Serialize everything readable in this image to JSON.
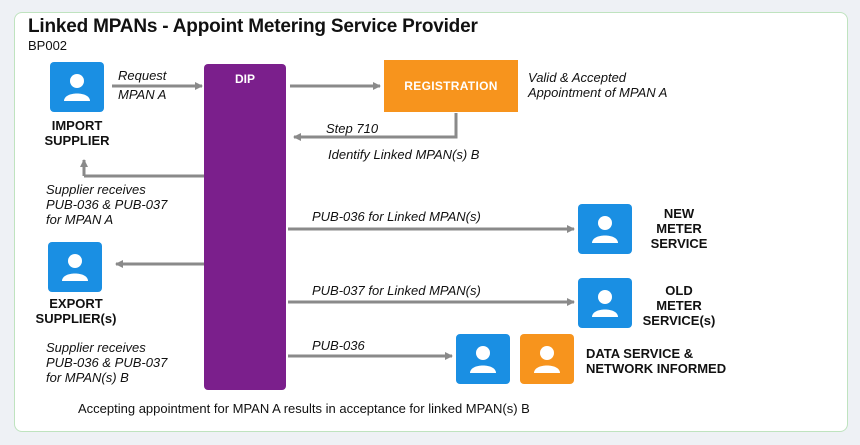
{
  "title": "Linked MPANs - Appoint Metering Service Provider",
  "code": "BP002",
  "dip_label": "DIP",
  "registration_label": "REGISTRATION",
  "labels": {
    "import_supplier": [
      "IMPORT",
      "SUPPLIER"
    ],
    "export_supplier": [
      "EXPORT",
      "SUPPLIER(s)"
    ],
    "new_meter_service": [
      "NEW",
      "METER",
      "SERVICE"
    ],
    "old_meter_service": [
      "OLD",
      "METER",
      "SERVICE(s)"
    ],
    "data_service": [
      "DATA SERVICE &",
      "NETWORK INFORMED"
    ]
  },
  "notes": {
    "request": [
      "Request",
      "MPAN A"
    ],
    "valid_accepted": [
      "Valid & Accepted",
      "Appointment of MPAN A"
    ],
    "step710": "Step 710",
    "identify": "Identify Linked MPAN(s) B",
    "import_receives": [
      "Supplier receives",
      "PUB-036 & PUB-037",
      "for MPAN A"
    ],
    "pub036_new": "PUB-036 for Linked MPAN(s)",
    "pub037_old": "PUB-037 for Linked MPAN(s)",
    "export_receives": [
      "Supplier receives",
      "PUB-036 & PUB-037",
      "for MPAN(s) B"
    ],
    "pub036": "PUB-036"
  },
  "footer": "Accepting appointment for MPAN A results in acceptance for linked MPAN(s) B",
  "colors": {
    "dip": "#7b1f8c",
    "registration": "#f7941d",
    "avatar_blue": "#1a8fe3",
    "avatar_orange": "#f7941d",
    "arrow": "#8a8a8a"
  },
  "icons": [
    "person-icon"
  ]
}
